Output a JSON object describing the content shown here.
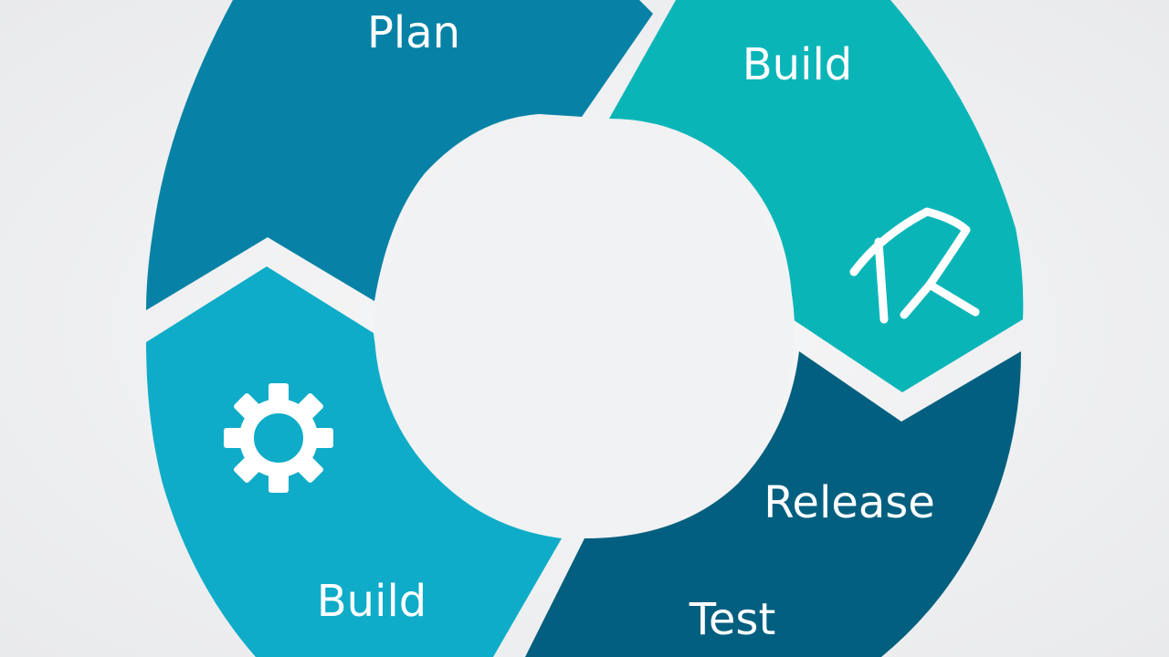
{
  "diagram": {
    "segments": [
      {
        "id": "plan",
        "label": "Plan",
        "color": "#0782a6"
      },
      {
        "id": "build-top",
        "label": "Build",
        "color": "#0ab5b8",
        "icon": "house-sketch-icon"
      },
      {
        "id": "release",
        "label": "Release",
        "color": "#035f7f"
      },
      {
        "id": "build-bottom",
        "label": "Build",
        "color": "#0eacc8",
        "icon": "gear-icon"
      }
    ],
    "extra_label": "Test",
    "center_color": "#f1f2f3",
    "gap_color": "#f1f2f3"
  }
}
